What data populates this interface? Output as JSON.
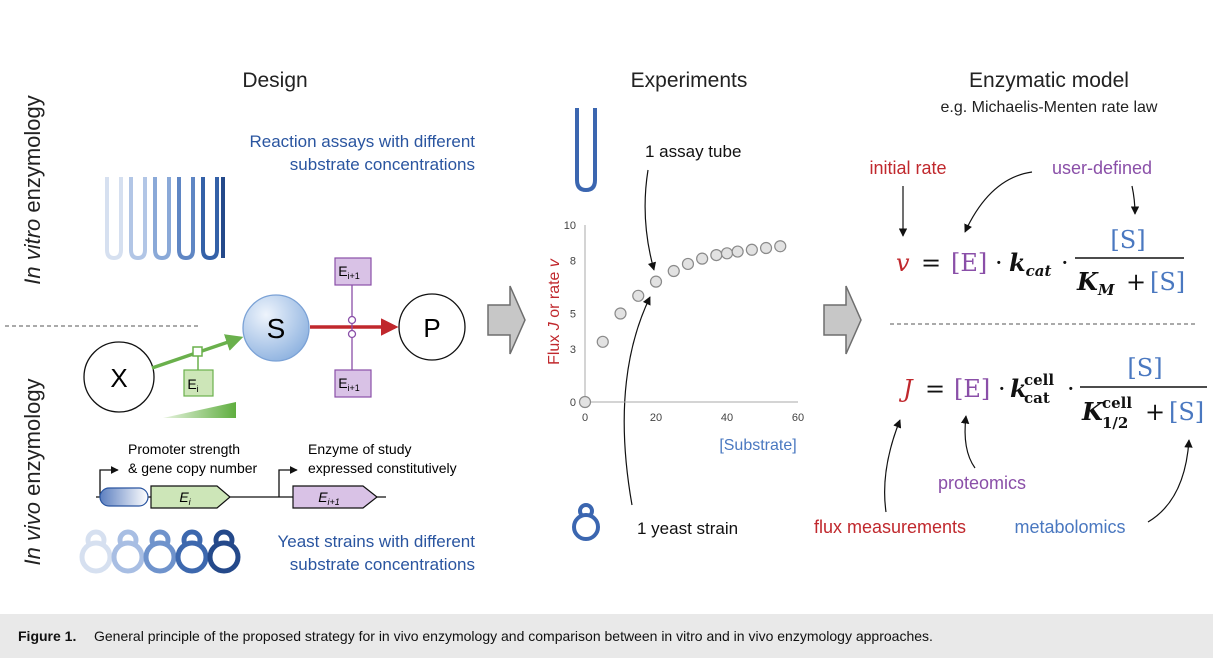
{
  "side_labels": {
    "in_vitro": {
      "italic": "In vitro",
      "rest": " enzymology"
    },
    "in_vivo": {
      "italic": "In vivo",
      "rest": " enzymology"
    }
  },
  "headings": {
    "design": "Design",
    "experiments": "Experiments",
    "model": "Enzymatic model",
    "model_sub": "e.g. Michaelis-Menten rate law"
  },
  "design": {
    "assay_text_1": "Reaction assays with different",
    "assay_text_2": "substrate concentrations",
    "node_x": "X",
    "node_s": "S",
    "node_p": "P",
    "enzyme_i": "E",
    "enzyme_i_sub": "i",
    "enzyme_i1": "E",
    "enzyme_i1_sub": "i+1",
    "promoter_label_1": "Promoter strength",
    "promoter_label_2": "& gene copy number",
    "enzyme_study_1": "Enzyme of study",
    "enzyme_study_2": "expressed constitutively",
    "gene_i": "E",
    "gene_i_sub": "i",
    "gene_i1": "E",
    "gene_i1_sub": "i+1",
    "yeast_text_1": "Yeast strains with different",
    "yeast_text_2": "substrate concentrations"
  },
  "experiments": {
    "assay_tube": "1 assay tube",
    "yeast_strain": "1 yeast strain"
  },
  "chart_data": {
    "type": "scatter",
    "xlabel": "[Substrate]",
    "ylabel_parts": [
      "Flux ",
      "J",
      " or rate ",
      "v"
    ],
    "xlim": [
      0,
      60
    ],
    "ylim": [
      0,
      10
    ],
    "xticks": [
      0,
      20,
      40,
      60
    ],
    "yticks": [
      0,
      3,
      5,
      8,
      10
    ],
    "points": [
      {
        "x": 0,
        "y": 0
      },
      {
        "x": 5,
        "y": 3.4
      },
      {
        "x": 10,
        "y": 5.0
      },
      {
        "x": 15,
        "y": 6.0
      },
      {
        "x": 20,
        "y": 6.8
      },
      {
        "x": 25,
        "y": 7.4
      },
      {
        "x": 29,
        "y": 7.8
      },
      {
        "x": 33,
        "y": 8.1
      },
      {
        "x": 37,
        "y": 8.3
      },
      {
        "x": 40,
        "y": 8.4
      },
      {
        "x": 43,
        "y": 8.5
      },
      {
        "x": 47,
        "y": 8.6
      },
      {
        "x": 51,
        "y": 8.7
      },
      {
        "x": 55,
        "y": 8.8
      }
    ]
  },
  "model": {
    "initial_rate": "initial rate",
    "user_defined": "user-defined",
    "proteomics": "proteomics",
    "flux_measurements": "flux measurements",
    "metabolomics": "metabolomics",
    "eq1": {
      "v": "v",
      "eq": "=",
      "E": "[E]",
      "dot": "·",
      "k": "k",
      "k_sub": "cat",
      "num": "[S]",
      "K": "K",
      "K_sub": "M",
      "plus": "+",
      "S": "[S]"
    },
    "eq2": {
      "J": "J",
      "eq": "=",
      "E": "[E]",
      "dot": "·",
      "k": "k",
      "k_sup": "cell",
      "k_sub": "cat",
      "num": "[S]",
      "K": "K",
      "K_sup": "cell",
      "K_sub": "1/2",
      "plus": "+",
      "S": "[S]"
    }
  },
  "colors": {
    "blue_text": "#2a55a0",
    "red": "#c0282d",
    "purple": "#8a4fa8",
    "green": "#6ab04c",
    "math_blue": "#4a78c0",
    "dark_blue": "#24498a"
  },
  "caption": {
    "label": "Figure 1.",
    "text": "General principle of the proposed strategy for in vivo enzymology and comparison between in vitro and in vivo enzymology approaches."
  }
}
